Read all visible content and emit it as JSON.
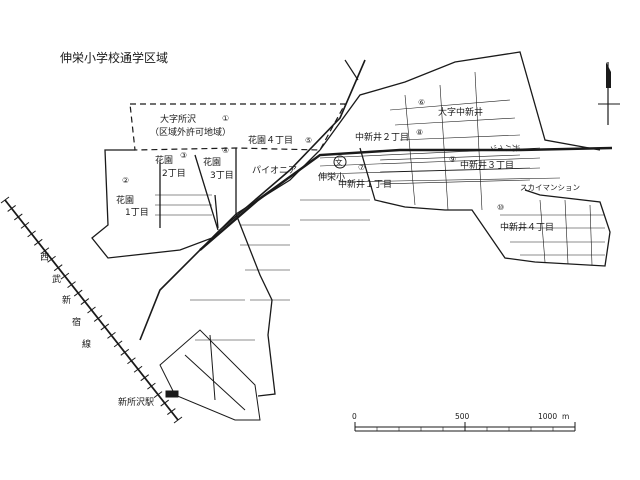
{
  "title": "伸栄小学校通学区域",
  "districts": [
    {
      "num": "①",
      "name": "大字所沢",
      "note": "（区域外許可地域）"
    },
    {
      "num": "②",
      "name": "花園",
      "sub": "1丁目"
    },
    {
      "num": "③",
      "name": "花園",
      "sub": "2丁目"
    },
    {
      "num": "④",
      "name": "花園",
      "sub": "3丁目"
    },
    {
      "num": "⑤",
      "name": "花園４丁目"
    },
    {
      "num": "⑥",
      "name": "大字中新井"
    },
    {
      "num": "⑦",
      "name": "中新井１丁目"
    },
    {
      "num": "⑧",
      "name": "中新井２丁目"
    },
    {
      "num": "⑨",
      "name": "中新井３丁目"
    },
    {
      "num": "⑩",
      "name": "中新井４丁目"
    }
  ],
  "landmarks": {
    "school_symbol": "文",
    "school_name": "伸栄小",
    "pioneer": "パイオニア",
    "hikari_heights": "光ハイツ",
    "sky_mansion": "スカイマンション",
    "station": "新所沢駅"
  },
  "railway": {
    "name_chars": [
      "西",
      "武",
      "新",
      "宿",
      "線"
    ]
  },
  "scale": {
    "labels": [
      "0",
      "500",
      "1000"
    ],
    "unit": "m"
  }
}
